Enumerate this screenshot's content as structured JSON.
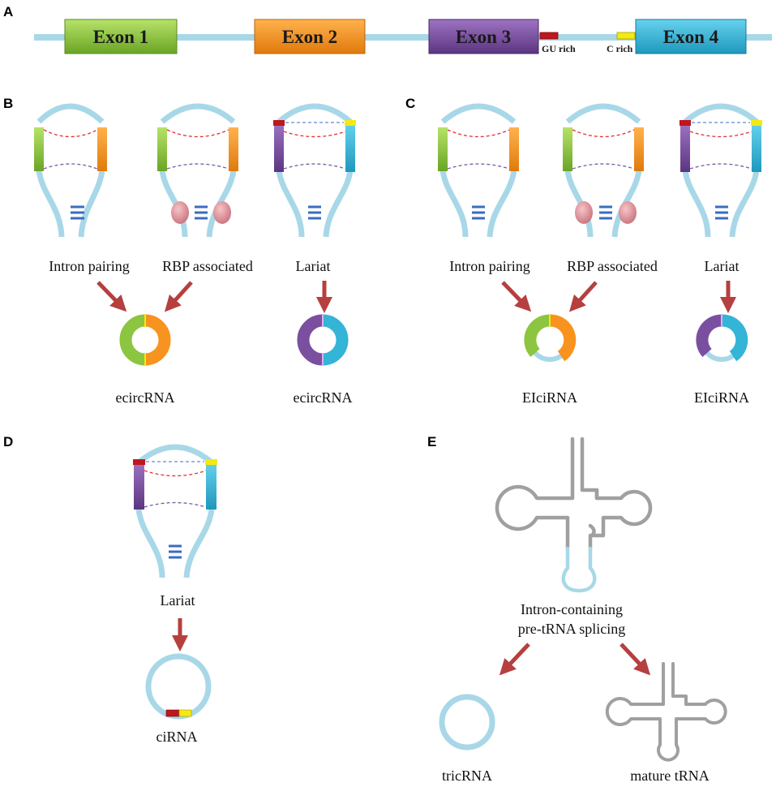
{
  "panels": {
    "a": {
      "letter": "A",
      "exons": [
        "Exon 1",
        "Exon 2",
        "Exon 3",
        "Exon 4"
      ],
      "gu_rich": "GU rich",
      "c_rich": "C rich"
    },
    "b": {
      "letter": "B",
      "mech": [
        "Intron pairing",
        "RBP associated",
        "Lariat"
      ],
      "products": [
        "ecircRNA",
        "ecircRNA"
      ]
    },
    "c": {
      "letter": "C",
      "mech": [
        "Intron pairing",
        "RBP associated",
        "Lariat"
      ],
      "products": [
        "EIciRNA",
        "EIciRNA"
      ]
    },
    "d": {
      "letter": "D",
      "mech": "Lariat",
      "product": "ciRNA"
    },
    "e": {
      "letter": "E",
      "process_line1": "Intron-containing",
      "process_line2": "pre-tRNA splicing",
      "products": [
        "tricRNA",
        "mature tRNA"
      ]
    }
  },
  "colors": {
    "intron": "#a8d8e8",
    "exon1": "#8cc53f",
    "exon2": "#f7931e",
    "exon3": "#7b4fa0",
    "exon4": "#34b4d6",
    "gu_rich": "#c0161c",
    "c_rich": "#f5e911",
    "rbp": "#e2909a",
    "arrow": "#b5403f",
    "trna": "#a0a0a0",
    "pair_red": "#e03030",
    "pair_purple": "#7b5aa0",
    "pair_blue": "#3a6cc0"
  }
}
